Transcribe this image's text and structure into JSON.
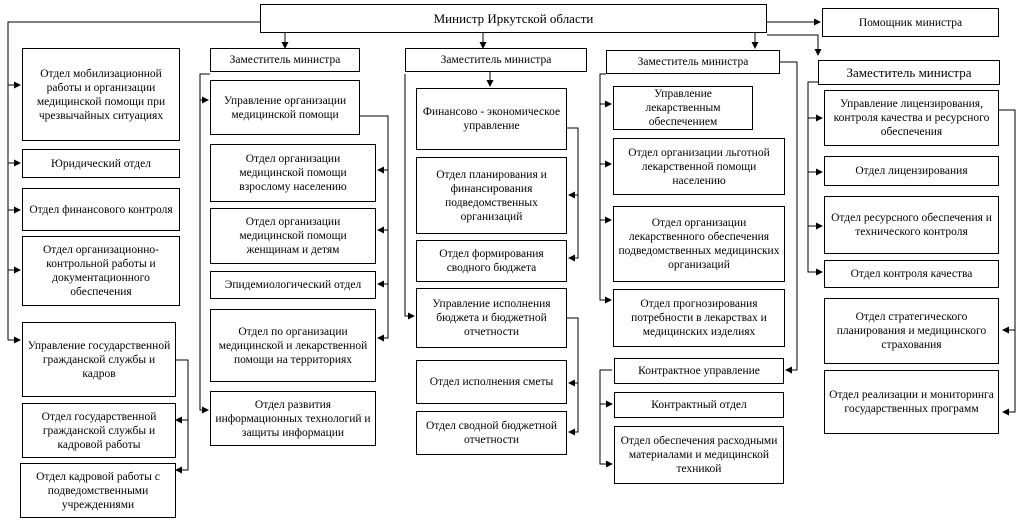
{
  "minister": "Министр Иркутской области",
  "assistant": "Помощник министра",
  "left_units": [
    "Отдел мобилизационной работы и организации медицинской помощи при чрезвычайных ситуациях",
    "Юридический отдел",
    "Отдел финансового контроля",
    "Отдел организационно-контрольной работы и документационного обеспечения",
    "Управление государственной гражданской службы и кадров",
    "Отдел государственной гражданской службы и кадровой работы",
    "Отдел кадровой работы с подведомственными учреждениями"
  ],
  "deputies": [
    {
      "title": "Заместитель министра",
      "units": [
        "Управление организации медицинской помощи",
        "Отдел организации медицинской помощи взрослому населению",
        "Отдел организации медицинской помощи женщинам и детям",
        "Эпидемиологический отдел",
        "Отдел по организации медицинской и лекарственной помощи на территориях",
        "Отдел развития информационных технологий и защиты информации"
      ]
    },
    {
      "title": "Заместитель министра",
      "units": [
        "Финансово - экономическое управление",
        "Отдел планирования и финансирования подведомственных организаций",
        "Отдел формирования сводного бюджета",
        "Управление исполнения бюджета и бюджетной отчетности",
        "Отдел исполнения сметы",
        "Отдел сводной бюджетной отчетности"
      ]
    },
    {
      "title": "Заместитель министра",
      "units": [
        "Управление лекарственным обеспечением",
        "Отдел организации льготной лекарственной помощи населению",
        "Отдел организации лекарственного обеспечения подведомственных медицинских организаций",
        "Отдел прогнозирования потребности в лекарствах и медицинских изделиях",
        "Контрактное управление",
        "Контрактный отдел",
        "Отдел обеспечения расходными материалами и медицинской техникой"
      ]
    },
    {
      "title": "Заместитель министра",
      "units": [
        "Управление лицензирования, контроля качества и ресурсного обеспечения",
        "Отдел лицензирования",
        "Отдел ресурсного обеспечения и технического контроля",
        "Отдел контроля качества",
        "Отдел стратегического планирования и медицинского страхования",
        "Отдел реализации и мониторинга государственных программ"
      ]
    }
  ]
}
